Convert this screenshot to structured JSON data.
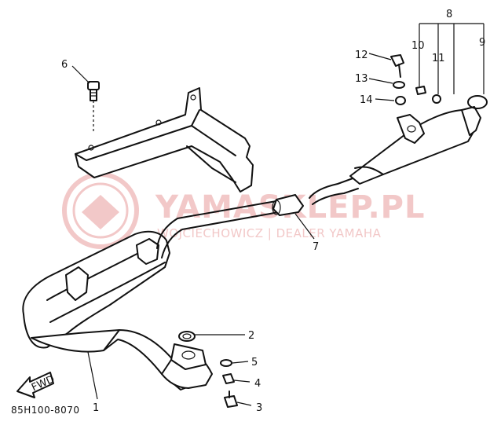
{
  "diagram": {
    "part_code": "85H100-8070",
    "fwd_label": "FWD",
    "callouts": [
      "1",
      "2",
      "3",
      "4",
      "5",
      "6",
      "7",
      "8",
      "9",
      "10",
      "11",
      "12",
      "13",
      "14"
    ]
  },
  "watermark": {
    "brand": "YAMASKLEP.PL",
    "dealer": "WOJCIECHOWICZ | DEALER YAMAHA",
    "color": "#f2c8c8"
  }
}
